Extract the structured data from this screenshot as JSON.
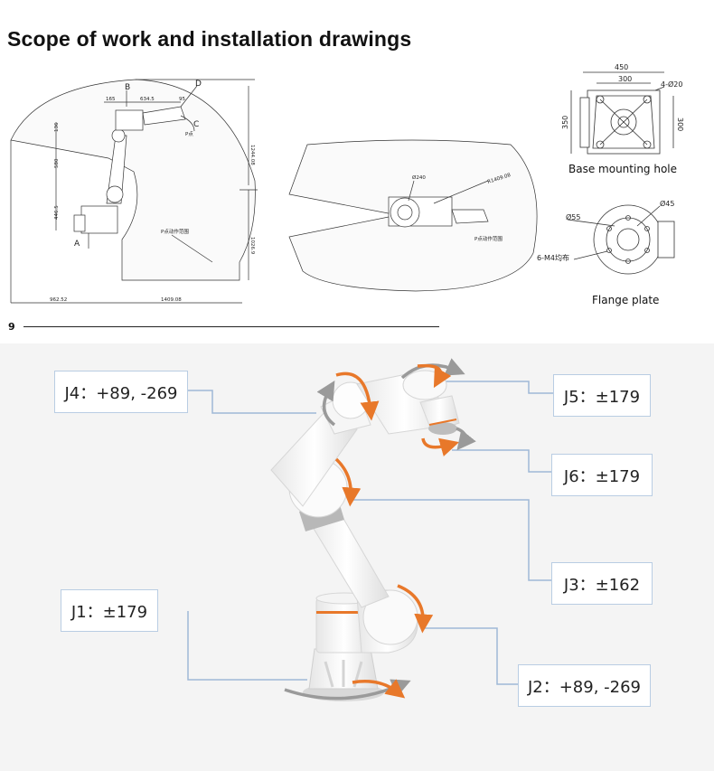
{
  "header": {
    "title": "Scope of work and installation drawings"
  },
  "side_view": {
    "labels": {
      "a": "A",
      "b": "B",
      "c": "C",
      "d": "D",
      "point_p": "P点",
      "p_range": "P点动作范围"
    },
    "dims": [
      "165",
      "634.5",
      "95",
      "136",
      "580",
      "446.5",
      "1244.08",
      "1026.9",
      "962.52",
      "1409.08"
    ]
  },
  "top_view": {
    "labels": {
      "dia": "Ø240",
      "radius": "R1409.08",
      "p_range": "P点动作范围"
    }
  },
  "base": {
    "caption": "Base mounting hole",
    "dims": [
      "450",
      "300",
      "350",
      "300",
      "4-Ø20"
    ]
  },
  "flange": {
    "caption": "Flange plate",
    "dims": [
      "Ø45",
      "Ø55",
      "6-M4均布"
    ]
  },
  "page_number": "9",
  "joints": {
    "j1": "J1：±179",
    "j2": "J2：+89, -269",
    "j3": "J3：±162",
    "j4": "J4：+89, -269",
    "j5": "J5：±179",
    "j6": "J6：±179"
  },
  "colors": {
    "accent_orange": "#e8782a",
    "leader_blue": "#9fb8d6",
    "robot_white": "#fbfbfb",
    "band_gray": "#b0b0b0"
  }
}
